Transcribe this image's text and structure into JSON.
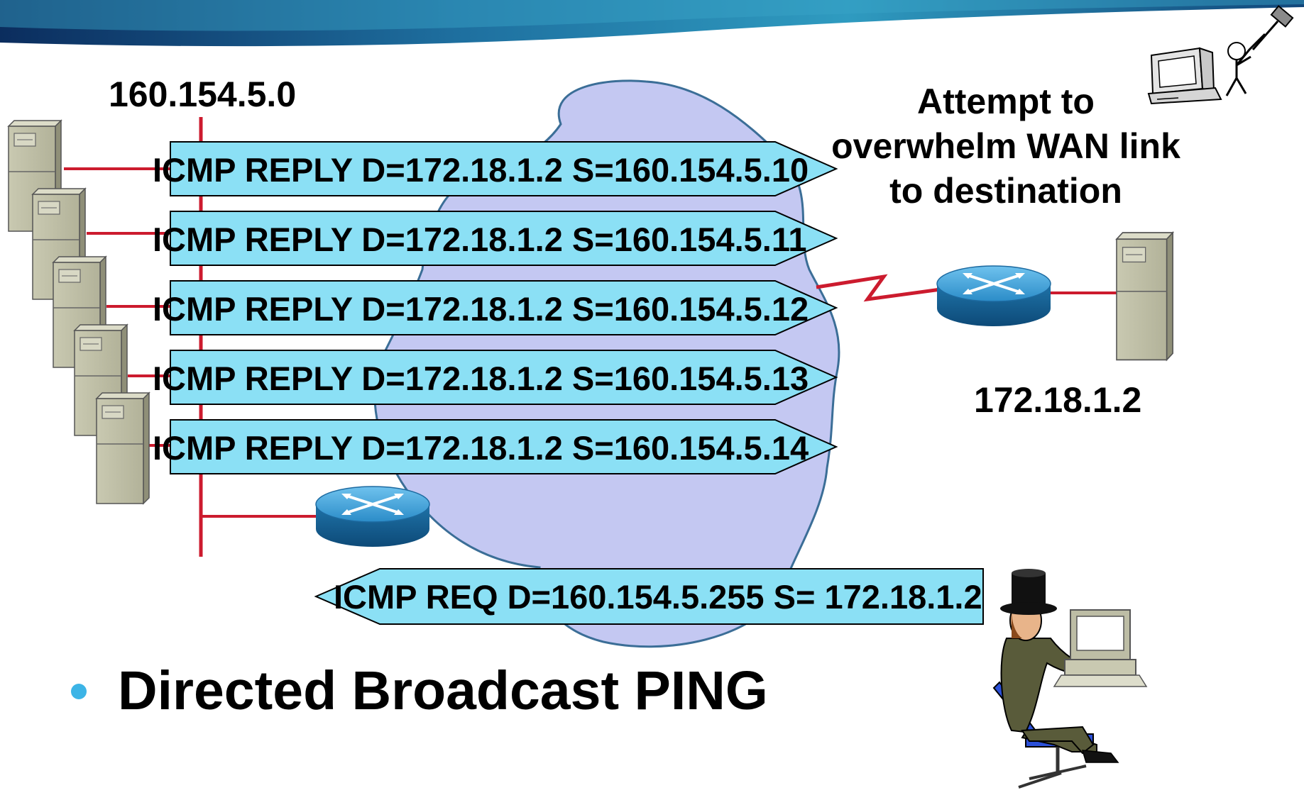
{
  "network_label": "160.154.5.0",
  "target_label": "172.18.1.2",
  "annotation": "Attempt to overwhelm WAN link to destination",
  "reply_arrows": [
    {
      "text": "ICMP REPLY D=172.18.1.2 S=160.154.5.10"
    },
    {
      "text": "ICMP REPLY D=172.18.1.2 S=160.154.5.11"
    },
    {
      "text": "ICMP REPLY D=172.18.1.2 S=160.154.5.12"
    },
    {
      "text": "ICMP REPLY D=172.18.1.2 S=160.154.5.13"
    },
    {
      "text": "ICMP REPLY D=172.18.1.2 S=160.154.5.14"
    }
  ],
  "request_arrow": {
    "text": "ICMP REQ D=160.154.5.255 S= 172.18.1.2"
  },
  "bullet": {
    "text": "Directed Broadcast PING"
  },
  "colors": {
    "arrow_fill": "#8be0f5",
    "cloud_fill": "#c4c8f2",
    "router": "#1f73a8",
    "server": "#bdbda5",
    "link": "#cc1b2e",
    "bullet": "#3cb4e6"
  }
}
